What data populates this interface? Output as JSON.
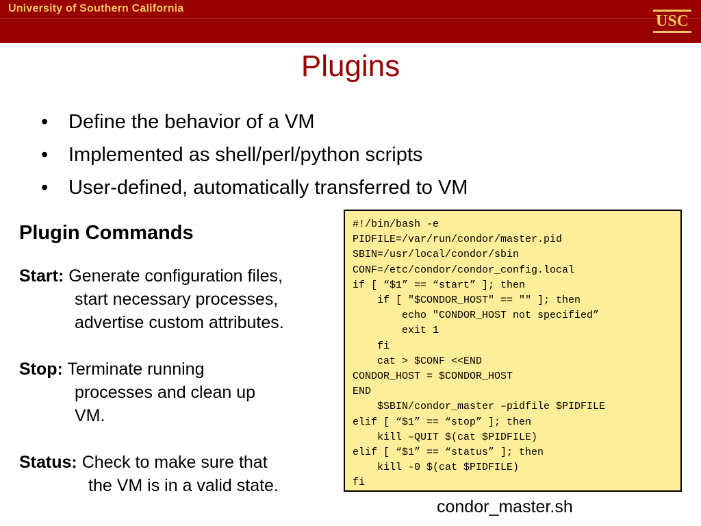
{
  "banner": {
    "university": "University of Southern California",
    "logo_text": "USC",
    "background": "#990000",
    "accent": "#f2c85a"
  },
  "title": "Plugins",
  "bullets": [
    "Define the behavior of a VM",
    "Implemented as shell/perl/python scripts",
    "User-defined, automatically transferred to VM"
  ],
  "commands": {
    "heading": "Plugin Commands",
    "start": {
      "label": "Start:",
      "lines": [
        "Generate configuration files,",
        "start necessary processes,",
        "advertise custom attributes."
      ]
    },
    "stop": {
      "label": "Stop:",
      "lines": [
        "Terminate running",
        "processes and clean up",
        "VM."
      ]
    },
    "status": {
      "label": "Status:",
      "lines": [
        "Check to make sure that",
        "the VM is in a valid state."
      ]
    }
  },
  "code": {
    "background": "#ffee99",
    "lines": [
      "#!/bin/bash -e",
      "PIDFILE=/var/run/condor/master.pid",
      "SBIN=/usr/local/condor/sbin",
      "CONF=/etc/condor/condor_config.local",
      "if [ “$1” == “start” ]; then",
      "    if [ \"$CONDOR_HOST\" == \"\" ]; then",
      "        echo \"CONDOR_HOST not specified”",
      "        exit 1",
      "    fi",
      "    cat > $CONF <<END",
      "CONDOR_HOST = $CONDOR_HOST",
      "END",
      "    $SBIN/condor_master –pidfile $PIDFILE",
      "elif [ “$1” == “stop” ]; then",
      "    kill –QUIT $(cat $PIDFILE)",
      "elif [ “$1” == “status” ]; then",
      "    kill -0 $(cat $PIDFILE)",
      "fi"
    ],
    "caption": "condor_master.sh"
  }
}
